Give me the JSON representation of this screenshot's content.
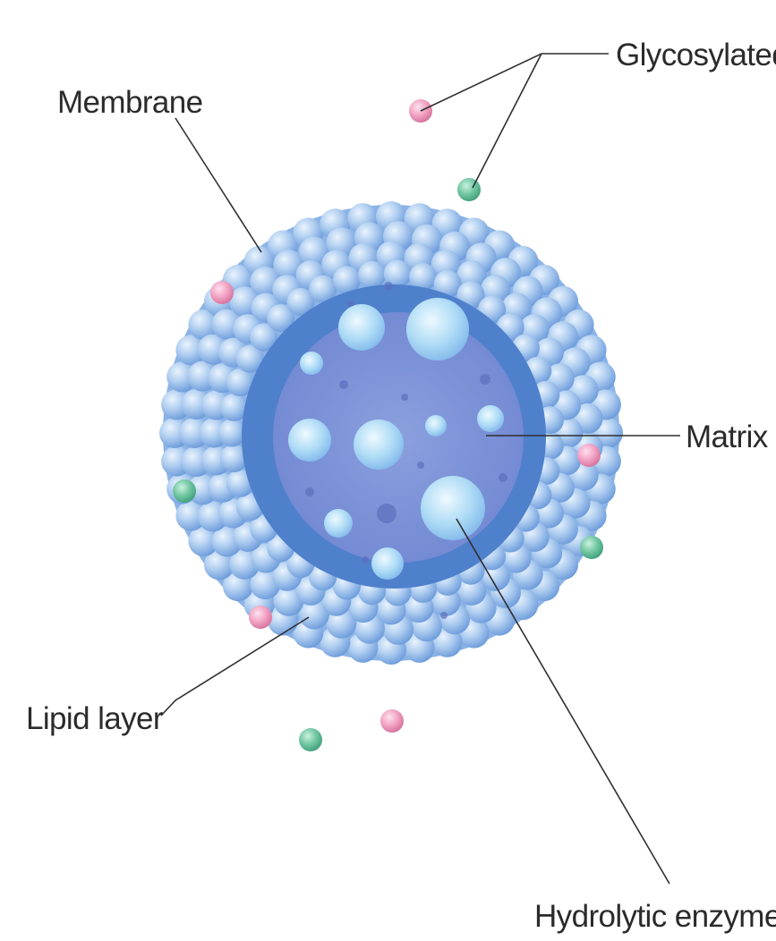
{
  "labels": {
    "glycosylated": "Glycosylated",
    "membrane": "Membrane",
    "matrix": "Matrix",
    "lipid_layer": "Lipid layer",
    "hydrolytic_enzyme": "Hydrolytic enzyme"
  },
  "colors": {
    "background": "#ffffff",
    "bead_light": "#dbeaf9",
    "bead_mid": "#a9c9ee",
    "bead_dark": "#6f9edd",
    "lipid_layer": "#4f80cc",
    "matrix": "#7f96d9",
    "enzyme_light": "#e6f6ff",
    "enzyme_mid": "#a4d8f5",
    "pink_protein": "#ee8fb6",
    "green_protein": "#5fbf98",
    "leader_line": "#2f2f2f",
    "text": "#2b2b2b"
  },
  "icons": {
    "pink_protein": "pink-glycoprotein-icon",
    "green_protein": "green-glycoprotein-icon"
  }
}
